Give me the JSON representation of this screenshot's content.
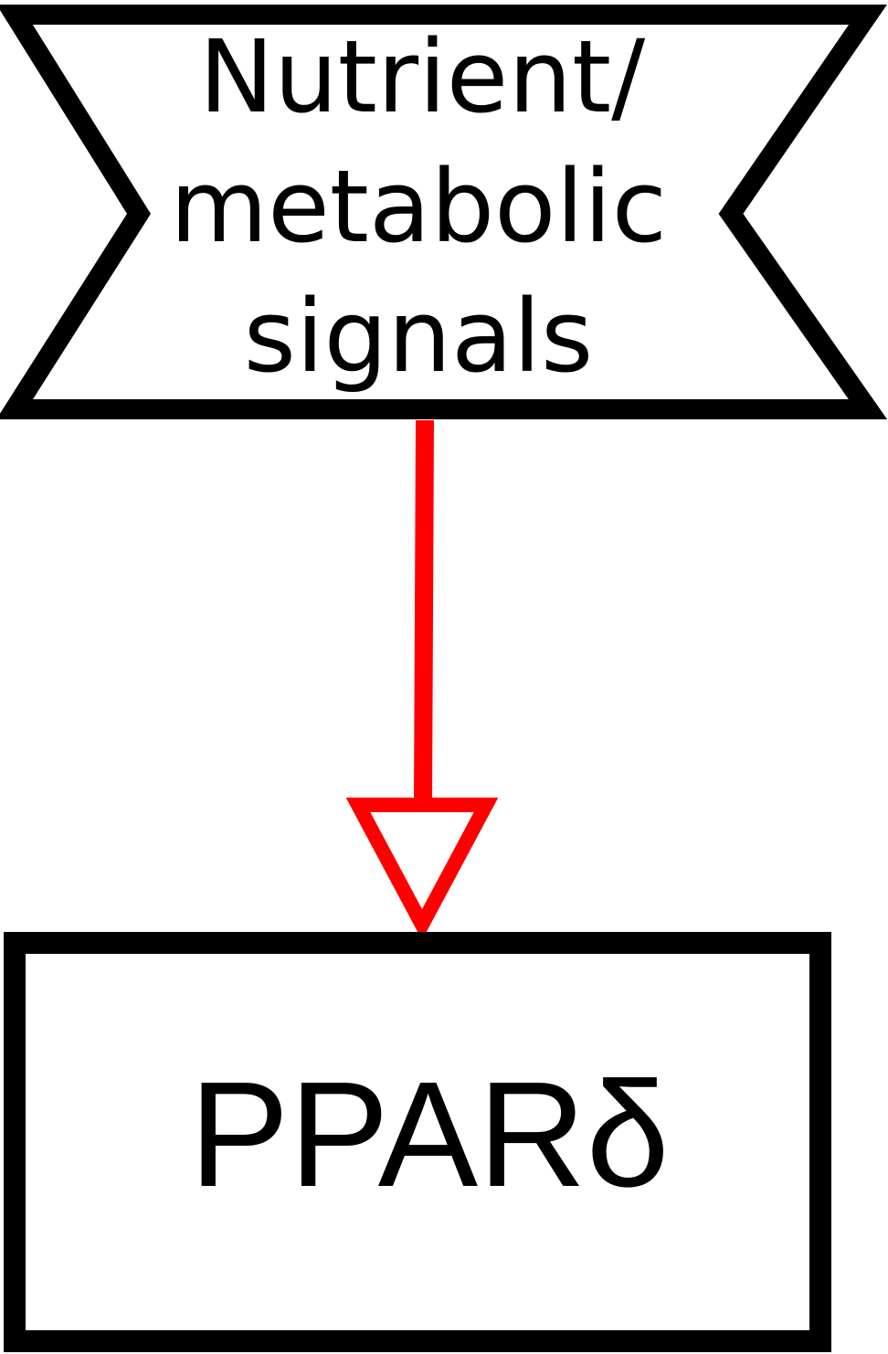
{
  "nodes": {
    "signal": {
      "lines": [
        "Nutrient/",
        "metabolic",
        "signals"
      ]
    },
    "target": {
      "label": "PPARδ"
    }
  },
  "edges": [
    {
      "from": "signal",
      "to": "target",
      "arrowhead": "open-triangle"
    }
  ],
  "colors": {
    "node_stroke": "#000000",
    "edge_stroke": "#ff0000",
    "background": "#ffffff"
  }
}
